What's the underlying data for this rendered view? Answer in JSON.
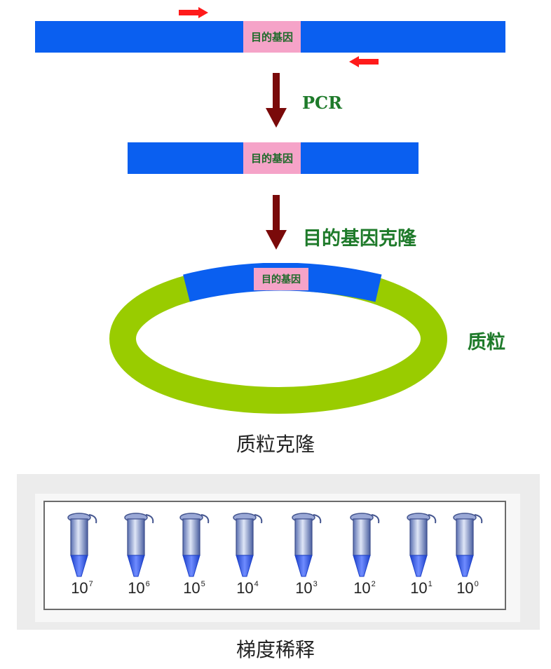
{
  "diagram": {
    "gene_label": "目的基因",
    "step1_label": "PCR",
    "step2_label": "目的基因克隆",
    "plasmid_label": "质粒",
    "caption_plasmid": "质粒克隆",
    "caption_dilution": "梯度稀释",
    "colors": {
      "dna": "#0a5ff0",
      "gene": "#f5a3c8",
      "plasmid": "#99cc00",
      "arrow": "#7a0a0a",
      "primer": "#ff1a1a",
      "label_green": "#1e7a2a"
    },
    "icons": [
      "primer-forward-arrow-icon",
      "primer-reverse-arrow-icon",
      "down-arrow-icon",
      "tube-icon"
    ]
  },
  "dilution": {
    "tubes": [
      {
        "base": "10",
        "exp": "7"
      },
      {
        "base": "10",
        "exp": "6"
      },
      {
        "base": "10",
        "exp": "5"
      },
      {
        "base": "10",
        "exp": "4"
      },
      {
        "base": "10",
        "exp": "3"
      },
      {
        "base": "10",
        "exp": "2"
      },
      {
        "base": "10",
        "exp": "1"
      },
      {
        "base": "10",
        "exp": "0"
      }
    ]
  }
}
